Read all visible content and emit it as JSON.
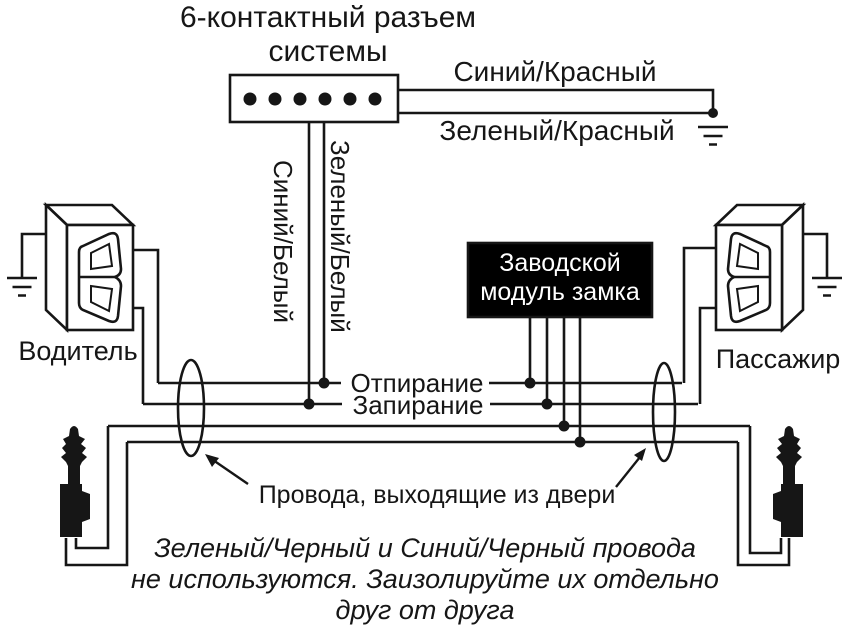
{
  "diagram": {
    "bg_color": "#ffffff",
    "line_color": "#161616",
    "title": {
      "line1": "6-контактный разъем",
      "line2": "системы"
    },
    "connector": {
      "pin_count": 6
    },
    "top_wires": {
      "blue_red": "Синий/Красный",
      "green_red": "Зеленый/Красный"
    },
    "connector_wires": {
      "blue_white": "Синий/Белый",
      "green_white": "Зеленый/Белый"
    },
    "module": {
      "line1": "Заводской",
      "line2": "модуль замка",
      "bg_color": "#000000",
      "text_color": "#ffffff"
    },
    "signals": {
      "unlock": "Отпирание",
      "lock": "Запирание"
    },
    "sides": {
      "driver": "Водитель",
      "passenger": "Пассажир"
    },
    "door_note": "Провода, выходящие из двери",
    "footnote": {
      "line1": "Зеленый/Черный и Синий/Черный провода",
      "line2": "не используются. Заизолируйте их отдельно",
      "line3": "друг от друга"
    }
  }
}
